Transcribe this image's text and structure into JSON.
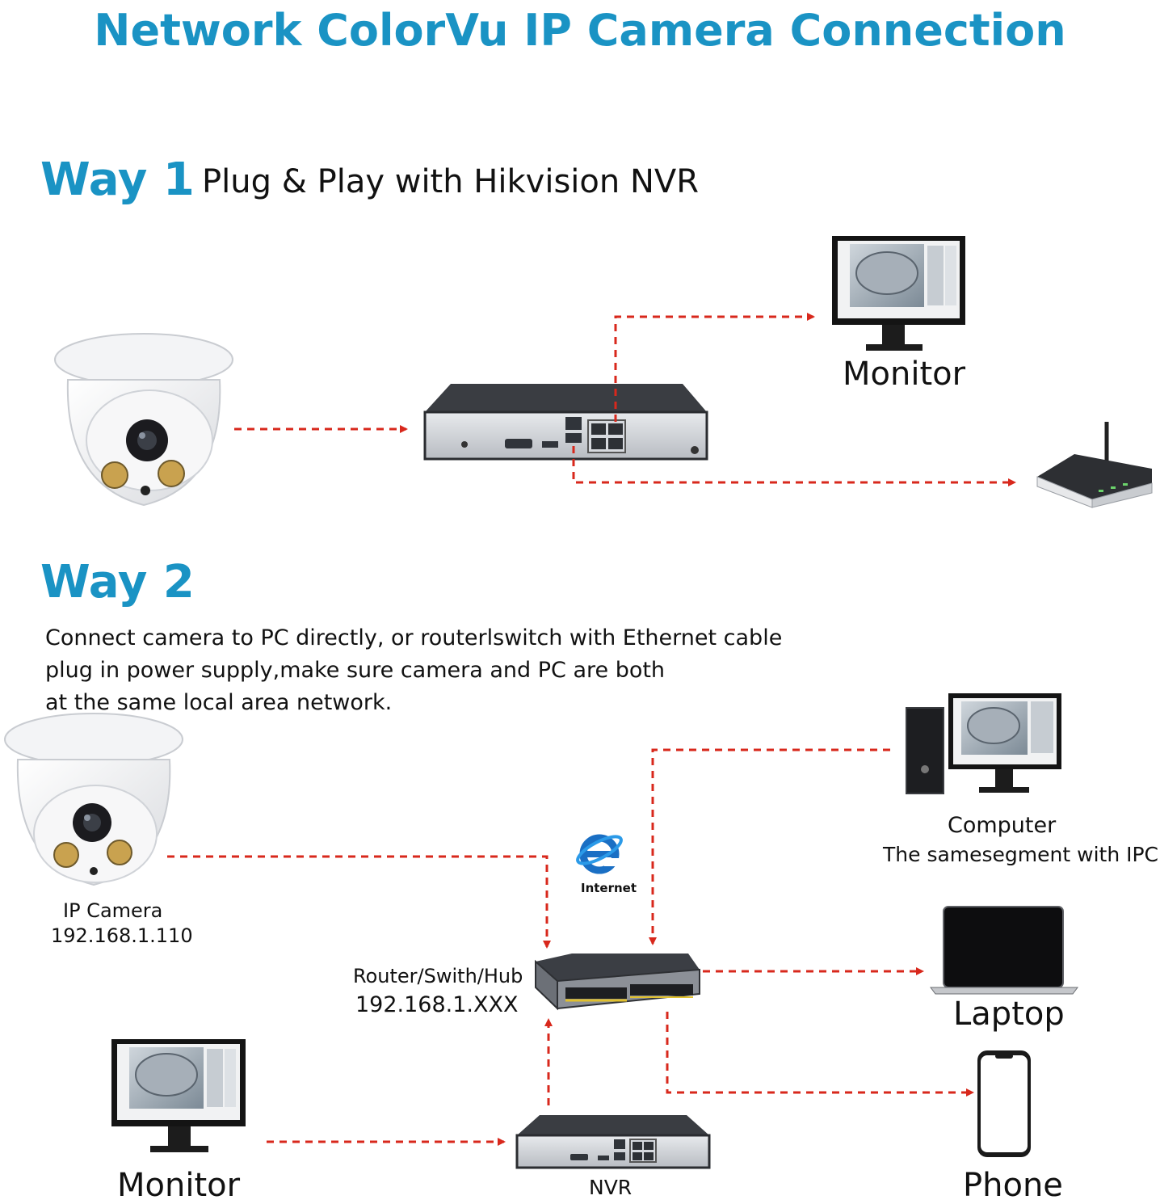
{
  "title": "Network ColorVu IP Camera Connection",
  "way1": {
    "heading": "Way 1",
    "subtitle": "Plug & Play with Hikvision NVR",
    "monitor_label": "Monitor"
  },
  "way2": {
    "heading": "Way 2",
    "description": [
      "Connect camera to PC directly, or routerlswitch with Ethernet cable",
      "plug in power supply,make sure camera and PC are both",
      "at the same local area network."
    ],
    "camera_label": "IP Camera",
    "camera_ip": "192.168.1.110",
    "internet_label": "Internet",
    "switch_label": "Router/Swith/Hub",
    "switch_ip": "192.168.1.XXX",
    "computer_label": "Computer",
    "computer_note": "The samesegment with IPC",
    "laptop_label": "Laptop",
    "phone_label": "Phone",
    "monitor_label": "Monitor",
    "nvr_label": "NVR"
  },
  "colors": {
    "accent": "#1a93c4",
    "arrow": "#d8281c"
  }
}
